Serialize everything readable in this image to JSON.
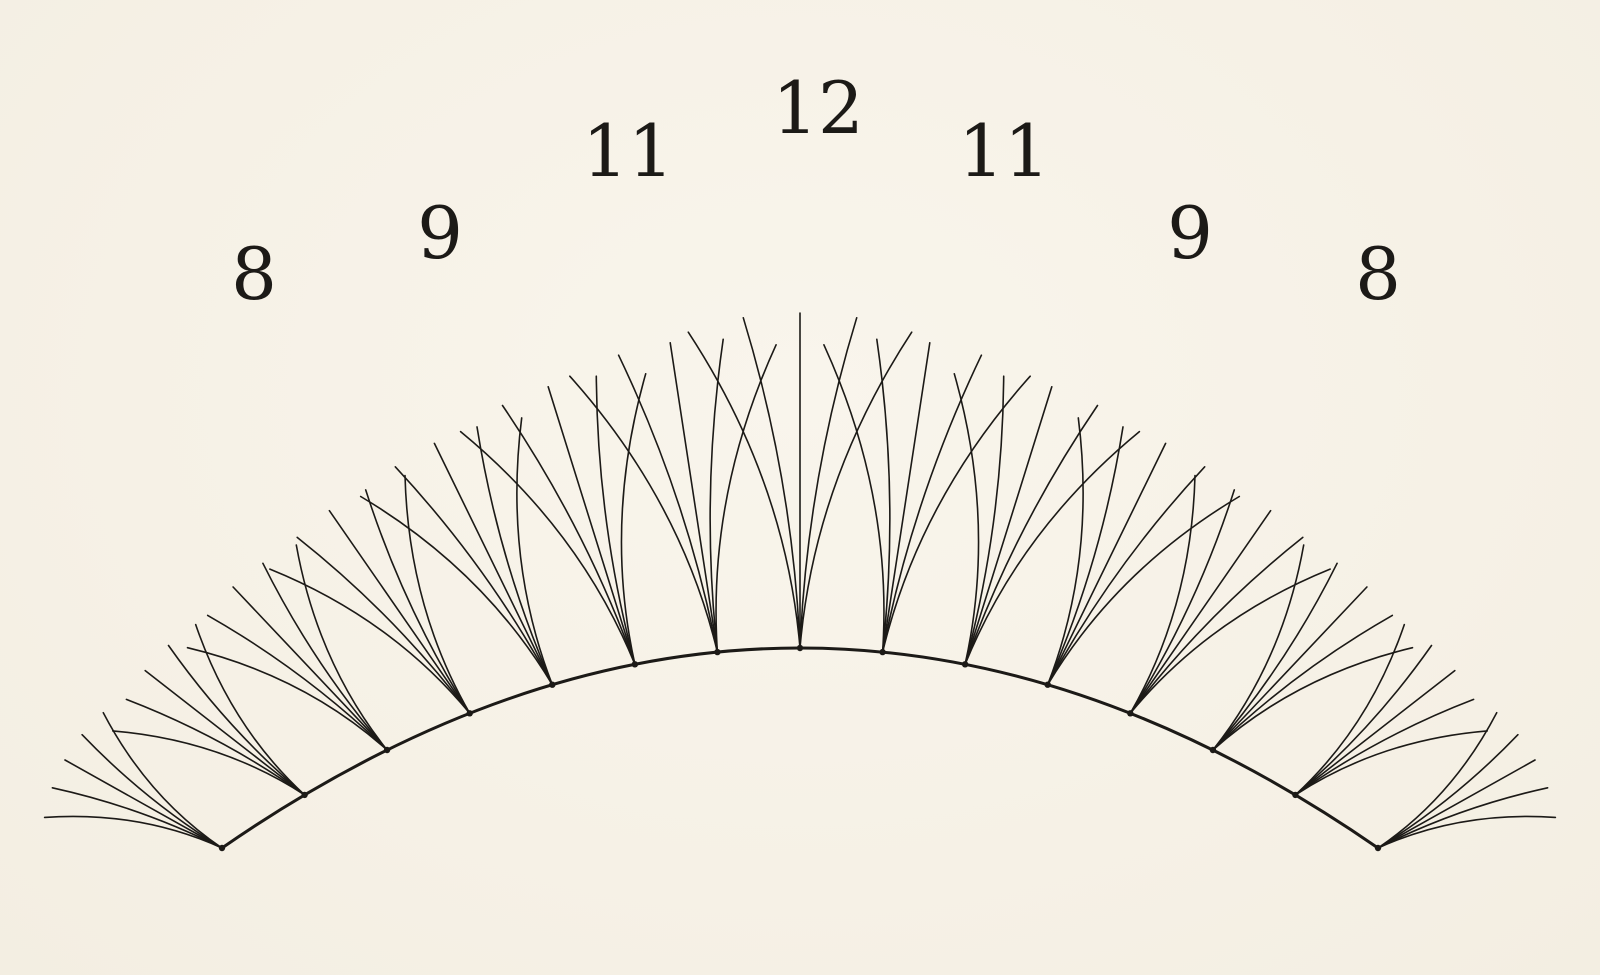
{
  "diagram": {
    "labels": [
      "8",
      "9",
      "11",
      "12",
      "11",
      "9",
      "8"
    ],
    "colors": {
      "background": "#f7f2e8",
      "ink": "#1c1a17"
    }
  }
}
